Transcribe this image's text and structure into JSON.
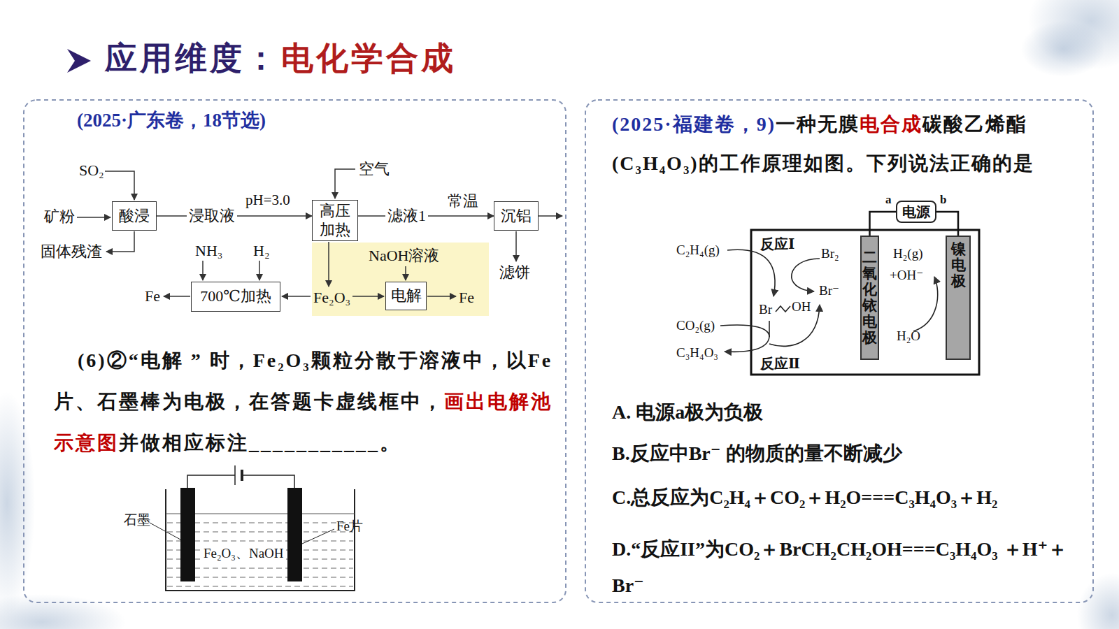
{
  "diagram": {
    "title": "应用维度：",
    "nodes": [
      {
        "text": [
          "酸浸"
        ]
      },
      {
        "text": [
          "高压加热"
        ]
      },
      {
        "text": [
          "沉铝"
        ]
      },
      {
        "text": [
          "700℃加热"
        ]
      },
      {
        "text": [
          "NaOH溶液",
          "Fe₂O₃",
          "Fe"
        ]
      },
      {
        "text": [
          "电解"
        ],
        "in": 4
      },
      {
        "text": [
          "电源"
        ]
      },
      {
        "text": [
          "二氧化铱电极"
        ]
      },
      {
        "text": [
          "镍电极"
        ]
      }
    ],
    "edges": [
      {
        "from": 0,
        "to": 1,
        "arrow": "to",
        "label": "浸取液"
      },
      {
        "from": 1,
        "to": 2,
        "arrow": "to",
        "label": "滤液1"
      },
      {
        "from": 6,
        "to": 7,
        "arrow": "none",
        "label": "a"
      },
      {
        "from": 6,
        "to": 8,
        "arrow": "none",
        "label": "b"
      }
    ],
    "labels": [
      "电化学合成",
      "(2025·广东卷，18节选)",
      "SO₂",
      "矿粉",
      "固体残渣",
      "pH=3.0",
      "空气",
      "常温",
      "滤饼",
      "NH₃",
      "H₂",
      "Fe",
      "(6)②“电解 ” 时，Fe₂O₃颗粒分散于溶液中，以Fe片、石墨棒为电极，在答题卡虚线框中，",
      "画出电解池示意图",
      "并做相应标注",
      "___________",
      "。",
      "石墨",
      "Fe片",
      "Fe₂O₃、NaOH",
      "(2025·福建卷，9)",
      "一种无膜",
      "电合成",
      "碳酸乙烯酯(C₃H₄O₃)的工作原理如图。下列说法正确的是",
      "C₂H₄(g)",
      "反应Ⅰ",
      "Br₂",
      "Br⁻",
      "Br",
      "OH",
      "CO₂(g)",
      "C₃H₄O₃",
      "反应Ⅱ",
      "H₂(g)",
      "+OH⁻",
      "H₂O",
      "A. 电源a极为负极",
      "B.反应中Br⁻ 的物质的量不断减少",
      "C.总反应为C₂H₄＋CO₂＋H₂O===C₃H₄O₃＋H₂",
      "D.“反应II”为CO₂＋BrCH₂CH₂OH===C₃H₄O₃ ＋H⁺＋Br⁻"
    ]
  }
}
